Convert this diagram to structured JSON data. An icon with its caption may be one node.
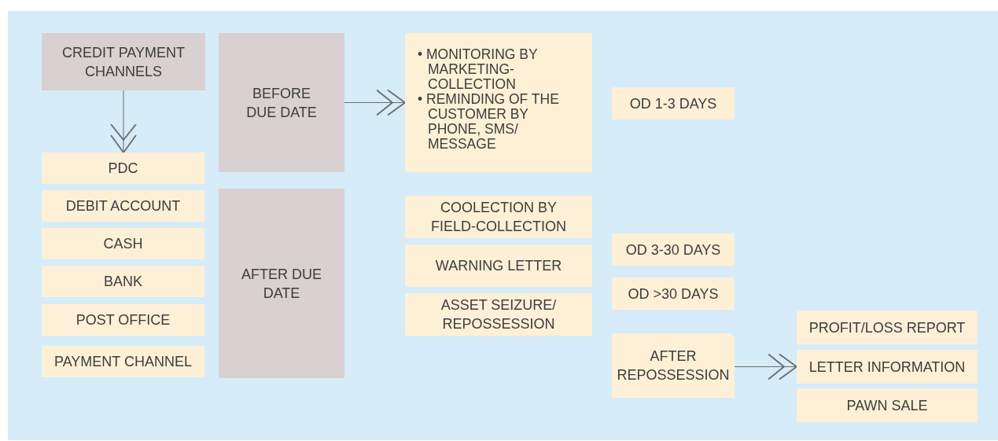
{
  "diagram": {
    "nodes": [
      {
        "text": [
          "CREDIT PAYMENT CHANNELS"
        ]
      },
      {
        "text": [
          "PDC"
        ]
      },
      {
        "text": [
          "DEBIT ACCOUNT"
        ]
      },
      {
        "text": [
          "CASH"
        ]
      },
      {
        "text": [
          "BANK"
        ]
      },
      {
        "text": [
          "POST OFFICE"
        ]
      },
      {
        "text": [
          "PAYMENT CHANNEL"
        ]
      },
      {
        "text": [
          "BEFORE DUE DATE"
        ]
      },
      {
        "text": [
          "• MONITORING BY MARKETING-COLLECTION",
          "• REMINDING OF THE CUSTOMER BY PHONE, SMS/ MESSAGE"
        ]
      },
      {
        "text": [
          "OD 1-3 DAYS"
        ]
      },
      {
        "text": [
          "AFTER DUE DATE"
        ]
      },
      {
        "text": [
          "COOLECTION BY FIELD-COLLECTION"
        ]
      },
      {
        "text": [
          "WARNING LETTER"
        ]
      },
      {
        "text": [
          "ASSET SEIZURE/ REPOSSESSION"
        ]
      },
      {
        "text": [
          "OD 3-30 DAYS"
        ]
      },
      {
        "text": [
          "OD >30 DAYS"
        ]
      },
      {
        "text": [
          "AFTER REPOSSESSION"
        ]
      },
      {
        "text": [
          "PROFIT/LOSS REPORT"
        ]
      },
      {
        "text": [
          "LETTER INFORMATION"
        ]
      },
      {
        "text": [
          "PAWN SALE"
        ]
      }
    ],
    "edges": [
      {
        "from": 0,
        "to": 1,
        "arrow": "to"
      },
      {
        "from": 7,
        "to": 8,
        "arrow": "to"
      },
      {
        "from": 16,
        "to": 18,
        "arrow": "to"
      }
    ]
  }
}
